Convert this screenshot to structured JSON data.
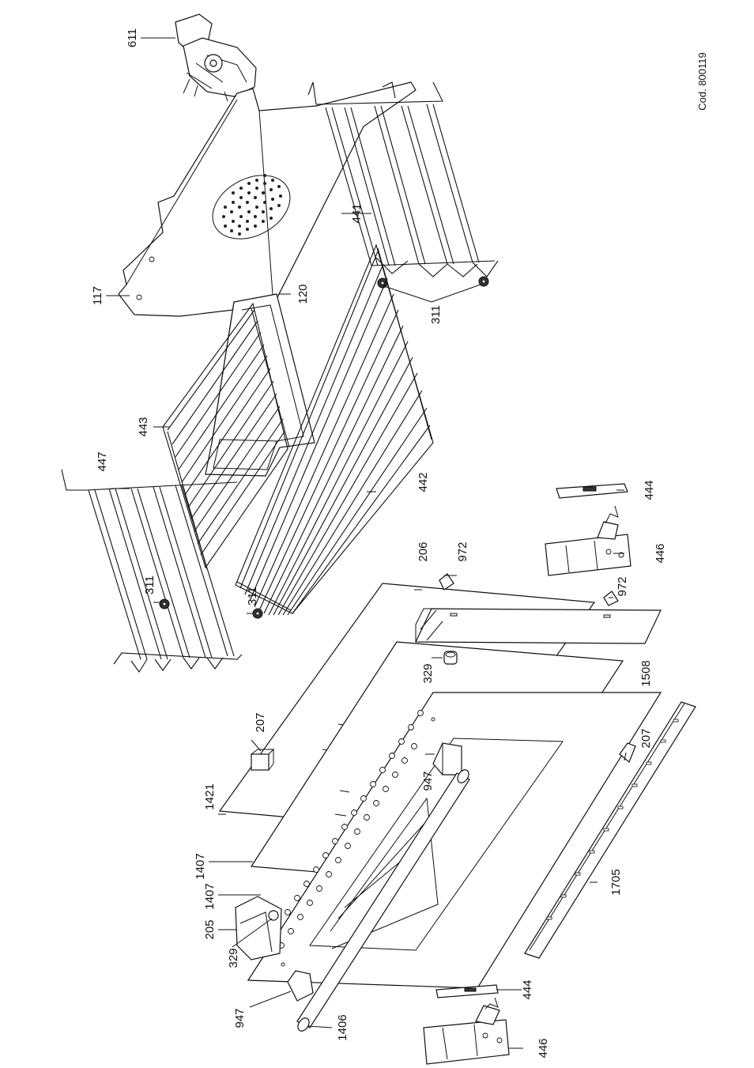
{
  "diagram": {
    "code": "Cod. 800119",
    "labels": [
      {
        "id": "611",
        "text": "611"
      },
      {
        "id": "117",
        "text": "117"
      },
      {
        "id": "120",
        "text": "120"
      },
      {
        "id": "441",
        "text": "441"
      },
      {
        "id": "311-right",
        "text": "311"
      },
      {
        "id": "443",
        "text": "443"
      },
      {
        "id": "447",
        "text": "447"
      },
      {
        "id": "442",
        "text": "442"
      },
      {
        "id": "311-left-top",
        "text": "311"
      },
      {
        "id": "311-left-bottom",
        "text": "311"
      },
      {
        "id": "206",
        "text": "206"
      },
      {
        "id": "972-top",
        "text": "972"
      },
      {
        "id": "972-bottom",
        "text": "972"
      },
      {
        "id": "444-right",
        "text": "444"
      },
      {
        "id": "446-right",
        "text": "446"
      },
      {
        "id": "329-center",
        "text": "329"
      },
      {
        "id": "1508",
        "text": "1508"
      },
      {
        "id": "207-top",
        "text": "207"
      },
      {
        "id": "207-bottom",
        "text": "207"
      },
      {
        "id": "1421",
        "text": "1421"
      },
      {
        "id": "1407-top",
        "text": "1407"
      },
      {
        "id": "1407-bottom",
        "text": "1407"
      },
      {
        "id": "205",
        "text": "205"
      },
      {
        "id": "329-left",
        "text": "329"
      },
      {
        "id": "947-center",
        "text": "947"
      },
      {
        "id": "947-left",
        "text": "947"
      },
      {
        "id": "1705",
        "text": "1705"
      },
      {
        "id": "444-left",
        "text": "444"
      },
      {
        "id": "1406",
        "text": "1406"
      },
      {
        "id": "446-left",
        "text": "446"
      }
    ]
  }
}
